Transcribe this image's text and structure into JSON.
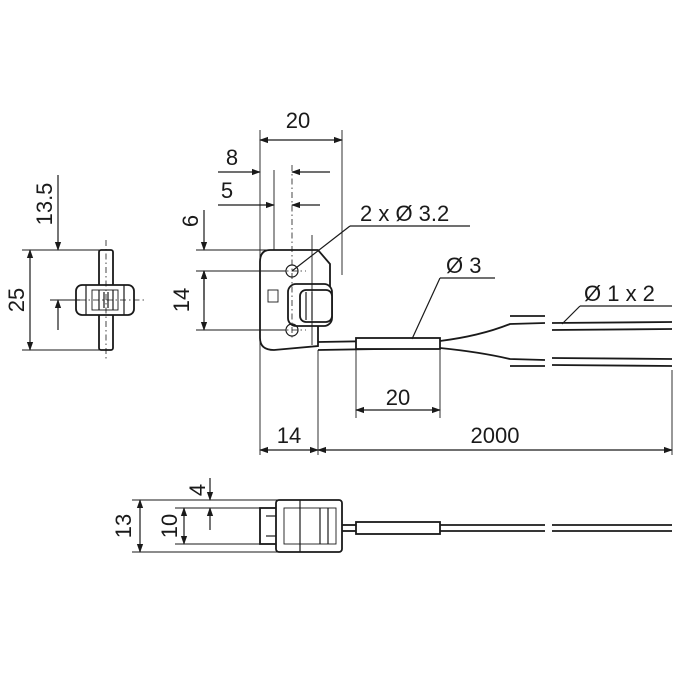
{
  "dimensions": {
    "side_height": "25",
    "side_offset": "13.5",
    "width_top": "20",
    "offset_8": "8",
    "offset_5": "5",
    "top_6": "6",
    "hole_pitch": "14",
    "holes": "2 x Ø 3.2",
    "sleeve_diameter": "Ø 3",
    "cable": "Ø 1 x 2",
    "sleeve_length": "20",
    "body_length": "14",
    "cable_length": "2000",
    "bottom_4": "4",
    "bottom_13": "13",
    "bottom_10": "10"
  }
}
